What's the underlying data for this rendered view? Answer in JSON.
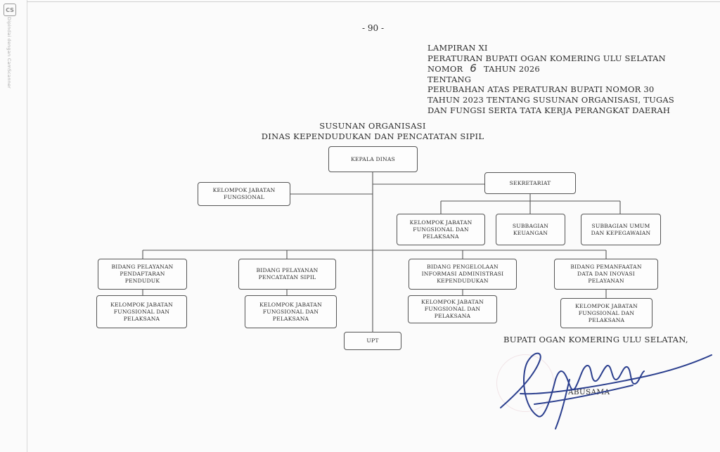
{
  "scanner": {
    "logo": "CS",
    "caption": "Dipindai dengan CamScanner"
  },
  "page_number": "- 90 -",
  "header": {
    "lines": [
      "LAMPIRAN XI",
      "PERATURAN BUPATI OGAN KOMERING ULU SELATAN",
      "TENTANG",
      "PERUBAHAN ATAS PERATURAN BUPATI NOMOR 30",
      "TAHUN 2023 TENTANG SUSUNAN ORGANISASI, TUGAS",
      "DAN FUNGSI SERTA TATA KERJA PERANGKAT DAERAH"
    ],
    "nomor_prefix": "NOMOR",
    "nomor_value": "6",
    "nomor_suffix": "TAHUN 2026"
  },
  "org_title": {
    "line1": "SUSUNAN ORGANISASI",
    "line2": "DINAS KEPENDUDUKAN DAN PENCATATAN SIPIL"
  },
  "org_units": {
    "kepala": "KEPALA DINAS",
    "sekretariat": "SEKRETARIAT",
    "kjf_top": [
      "KELOMPOK JABATAN",
      "FUNGSIONAL"
    ],
    "kjf_sekretariat": [
      "KELOMPOK JABATAN",
      "FUNGSIONAL DAN",
      "PELAKSANA"
    ],
    "subbag_keuangan": [
      "SUBBAGIAN",
      "KEUANGAN"
    ],
    "subbag_umum": [
      "SUBBAGIAN UMUM",
      "DAN KEPEGAWAIAN"
    ],
    "bidang_1": [
      "BIDANG PELAYANAN",
      "PENDAFTARAN",
      "PENDUDUK"
    ],
    "bidang_2": [
      "BIDANG PELAYANAN",
      "PENCATATAN SIPIL"
    ],
    "bidang_3": [
      "BIDANG PENGELOLAAN",
      "INFORMASI ADMINISTRASI",
      "KEPENDUDUKAN"
    ],
    "bidang_4": [
      "BIDANG PEMANFAATAN",
      "DATA DAN INOVASI",
      "PELAYANAN"
    ],
    "kjf_bidang_1": [
      "KELOMPOK JABATAN",
      "FUNGSIONAL DAN",
      "PELAKSANA"
    ],
    "kjf_bidang_2": [
      "KELOMPOK JABATAN",
      "FUNGSIONAL DAN",
      "PELAKSANA"
    ],
    "kjf_bidang_3": [
      "KELOMPOK JABATAN",
      "FUNGSIONAL DAN",
      "PELAKSANA"
    ],
    "kjf_bidang_4": [
      "KELOMPOK JABATAN",
      "FUNGSIONAL DAN",
      "PELAKSANA"
    ],
    "upt": "UPT"
  },
  "signature_block": {
    "title": "BUPATI OGAN KOMERING ULU SELATAN,",
    "name": "ABUSAMA"
  },
  "colors": {
    "ink": "#2a2a2a",
    "line": "#555555",
    "signature_ink": "#2b3f8e"
  }
}
